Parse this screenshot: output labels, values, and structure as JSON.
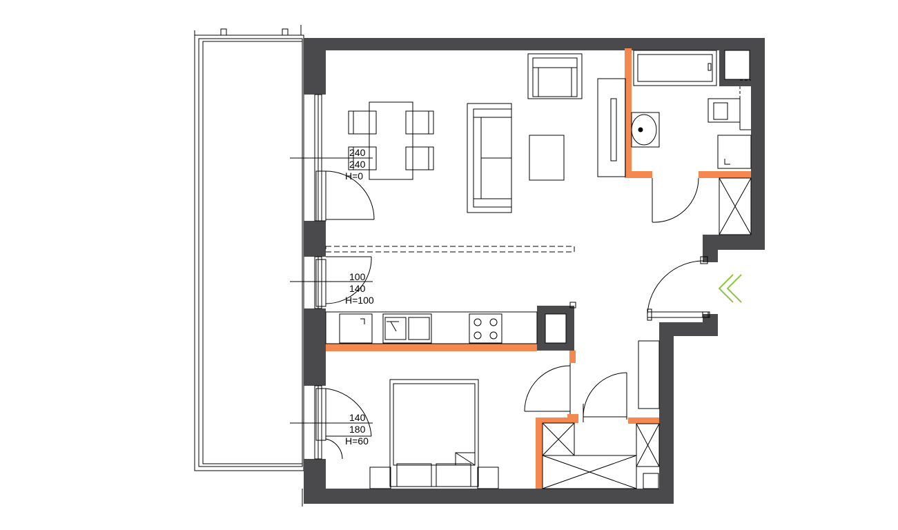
{
  "colors": {
    "wall": "#4a4a4c",
    "partition": "#f5884f",
    "furniture": "#000000",
    "entrance_arrow": "#8cc63f",
    "background": "#ffffff"
  },
  "windows": [
    {
      "id": "window-1",
      "lines": [
        "240",
        "240",
        "H=0"
      ]
    },
    {
      "id": "window-2",
      "lines": [
        "100",
        "140",
        "H=100"
      ]
    },
    {
      "id": "window-3",
      "lines": [
        "140",
        "180",
        "H=60"
      ]
    }
  ],
  "icons": {
    "entrance": "double-chevron-left-icon"
  }
}
